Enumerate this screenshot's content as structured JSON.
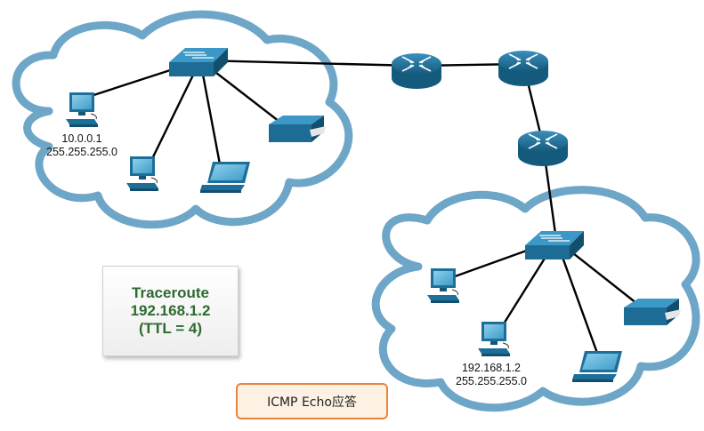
{
  "left_network": {
    "pc_ip": "10.0.0.1",
    "pc_mask": "255.255.255.0"
  },
  "right_network": {
    "pc_ip": "192.168.1.2",
    "pc_mask": "255.255.255.0"
  },
  "traceroute_box": {
    "line1": "Traceroute",
    "line2": "192.168.1.2",
    "line3": "(TTL = 4)"
  },
  "icmp_box": {
    "label": "ICMP Echo应答"
  },
  "colors": {
    "cloud_stroke": "#6ea6c8",
    "device_blue": "#1d6f99",
    "traceroute_text": "#2e6b2e",
    "icmp_border": "#e8843c",
    "icmp_fill": "#fdf1e4"
  },
  "icons": {
    "router": "router-icon",
    "switch": "switch-icon",
    "pc": "pc-icon",
    "laptop": "laptop-icon",
    "printer": "printer-icon",
    "cloud": "cloud-icon"
  }
}
